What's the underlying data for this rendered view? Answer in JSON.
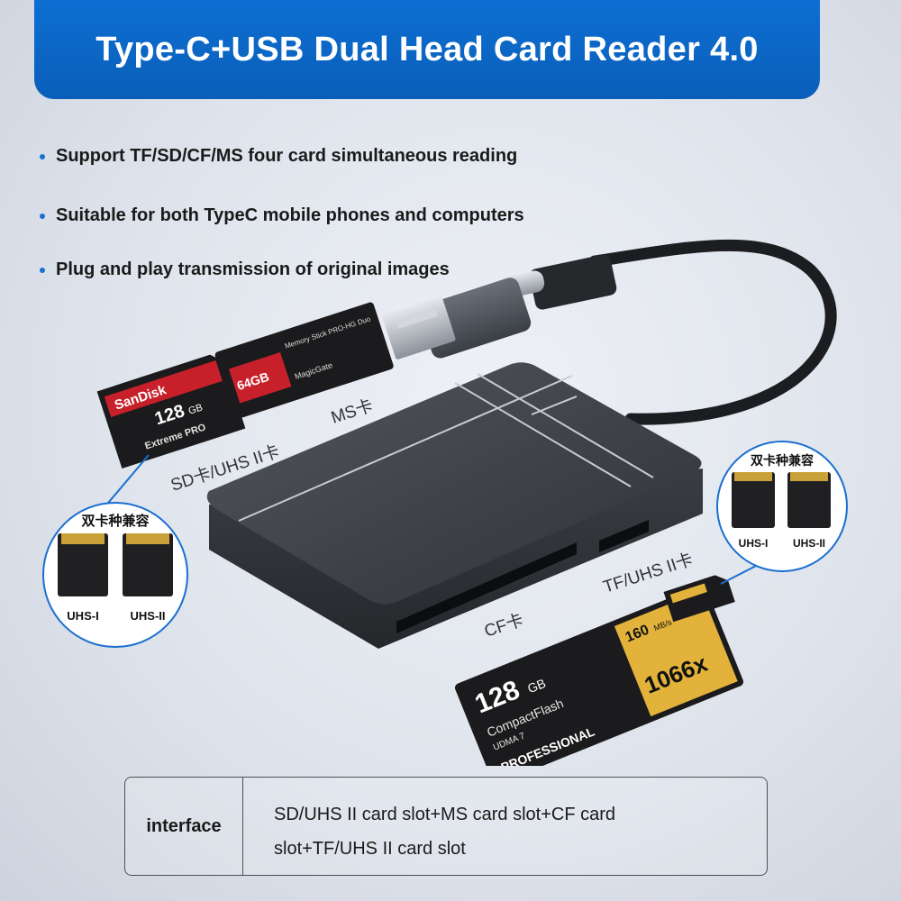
{
  "banner": {
    "title": "Type-C+USB Dual Head Card Reader 4.0"
  },
  "features": [
    "Support TF/SD/CF/MS four card simultaneous reading",
    "Suitable for both TypeC mobile phones and computers",
    "Plug and play transmission of original images"
  ],
  "slot_labels": {
    "ms": "MS卡",
    "sd": "SD卡/UHS II卡",
    "tf": "TF/UHS II卡",
    "cf": "CF卡"
  },
  "compat_left": {
    "title": "双卡种兼容",
    "labels": [
      "UHS-I",
      "UHS-II"
    ]
  },
  "compat_right": {
    "title": "双卡种兼容",
    "labels": [
      "UHS-I",
      "UHS-II"
    ]
  },
  "cards": {
    "sd": {
      "brand": "SanDisk",
      "capacity": "128",
      "unit": "GB",
      "line": "Extreme PRO"
    },
    "ms": {
      "capacity": "64GB",
      "brand": "MagicGate",
      "line": "Memory Stick PRO-HG Duo"
    },
    "cf": {
      "capacity": "128",
      "unit": "GB",
      "speed": "160",
      "speed_unit": "MB/s",
      "rating": "1066x",
      "brand": "CompactFlash",
      "udma": "UDMA 7",
      "tag": "PROFESSIONAL"
    }
  },
  "interface": {
    "label": "interface",
    "lines": [
      "SD/UHS II card slot+MS card slot+CF card",
      "slot+TF/UHS II card slot"
    ]
  },
  "colors": {
    "banner": "#0a64c4",
    "bullet": "#1a6fd0",
    "device": "#3c3f45",
    "cf_gold": "#e2b23a",
    "sd_red": "#c8202a"
  }
}
